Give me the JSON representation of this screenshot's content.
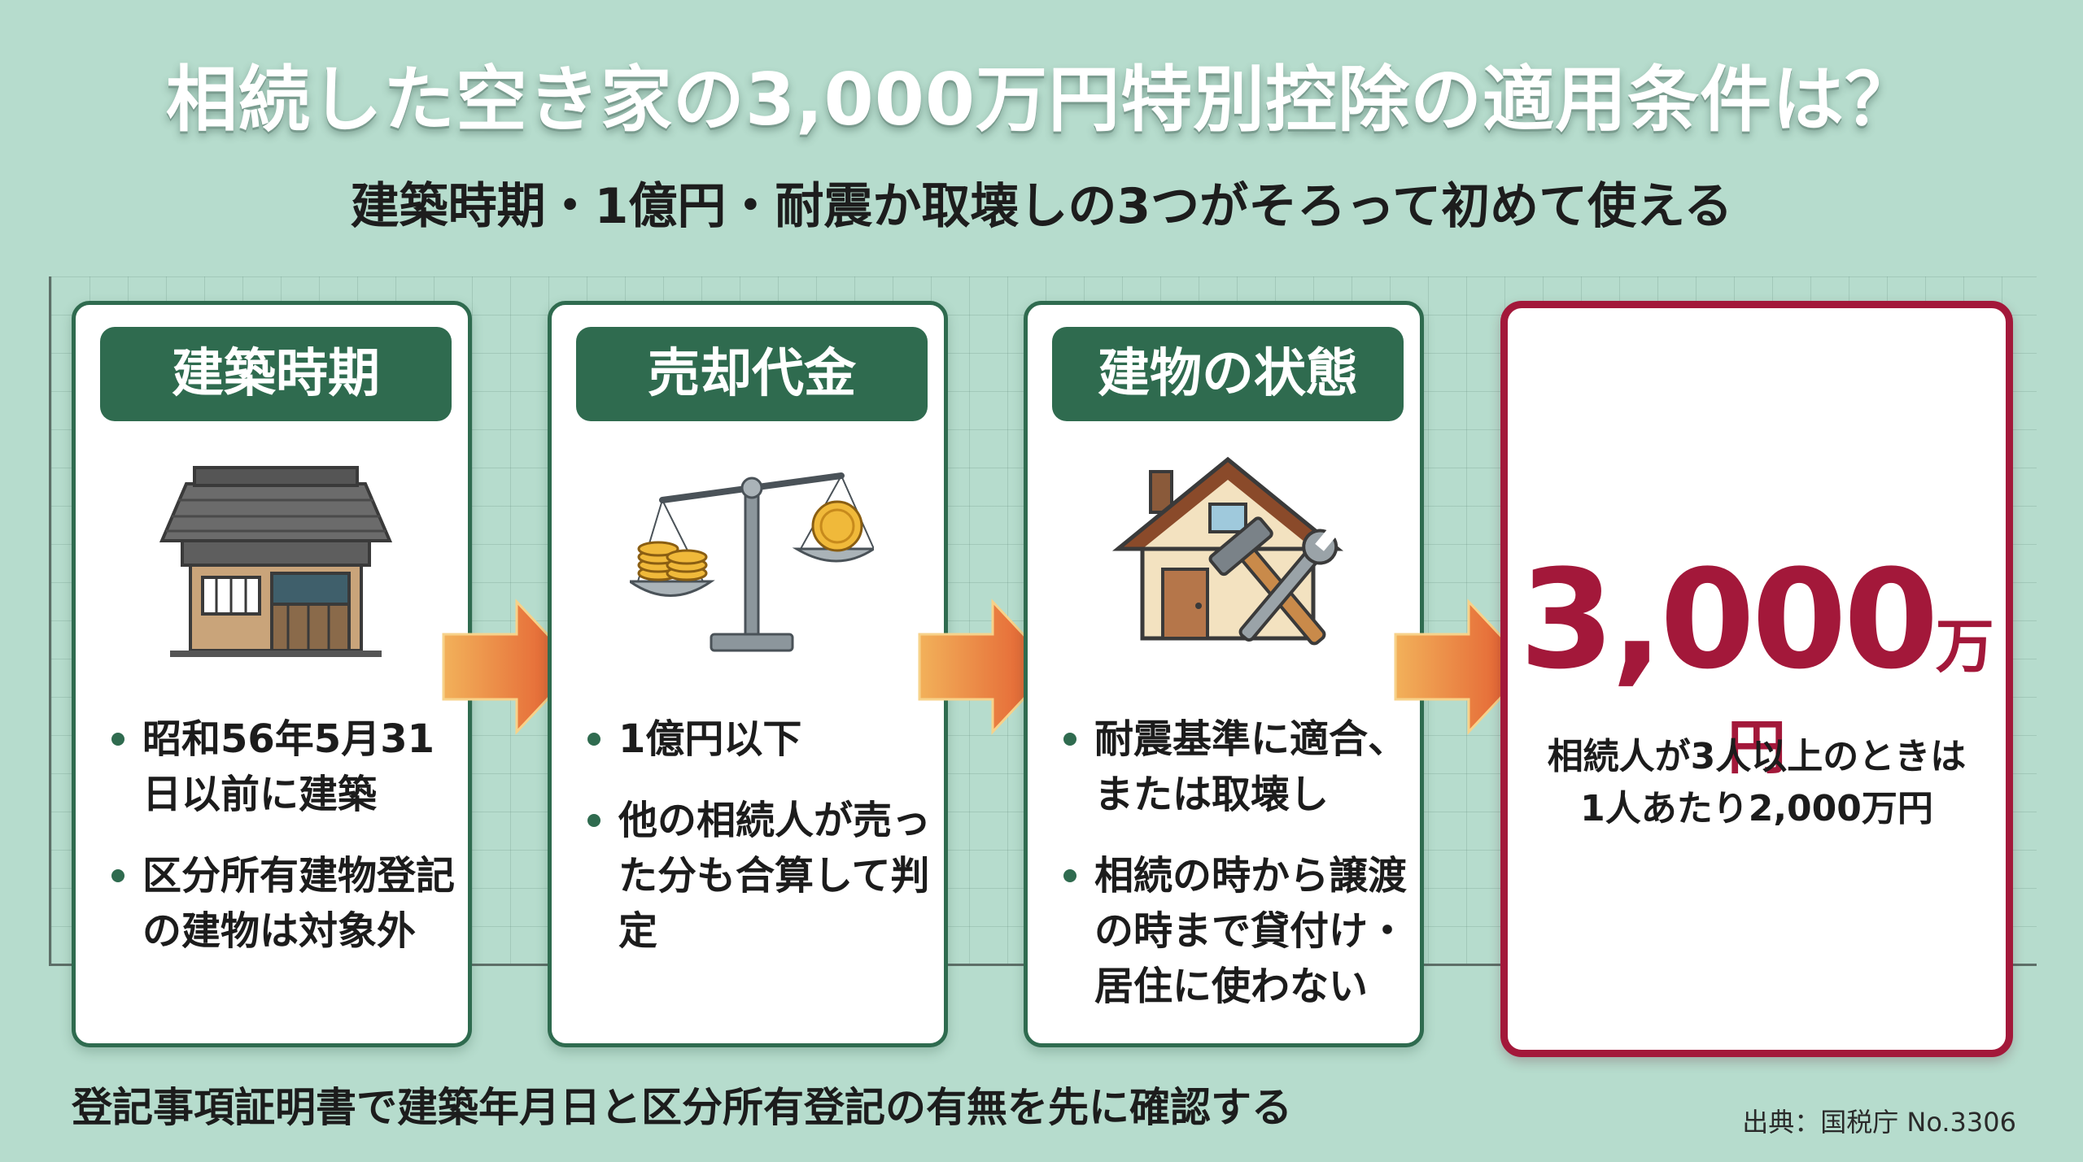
{
  "title": "相続した空き家の3,000万円特別控除の適用条件は？",
  "subtitle": "建築時期・1億円・耐震か取壊しの3つがそろって初めて使える",
  "cards": [
    {
      "heading": "建築時期",
      "icon": "old-house-icon",
      "bullets": [
        "昭和56年5月31日以前に建築",
        "区分所有建物登記の建物は対象外"
      ]
    },
    {
      "heading": "売却代金",
      "icon": "balance-scale-coins-icon",
      "bullets": [
        "1億円以下",
        "他の相続人が売った分も合算して判定"
      ]
    },
    {
      "heading": "建物の状態",
      "icon": "house-tools-icon",
      "bullets": [
        "耐震基準に適合、または取壊し",
        "相続の時から譲渡の時まで貸付け・居住に使わない"
      ]
    }
  ],
  "result": {
    "amount": "3,000",
    "unit": "万円",
    "note_line1": "相続人が3人以上のときは",
    "note_line2": "1人あたり2,000万円"
  },
  "footer": "登記事項証明書で建築年月日と区分所有登記の有無を先に確認する",
  "source": "出典：国税庁 No.3306",
  "colors": {
    "background": "#b6dccd",
    "accent_green": "#2f6b4f",
    "accent_red": "#a3183a",
    "arrow_orange": "#e8743a"
  }
}
